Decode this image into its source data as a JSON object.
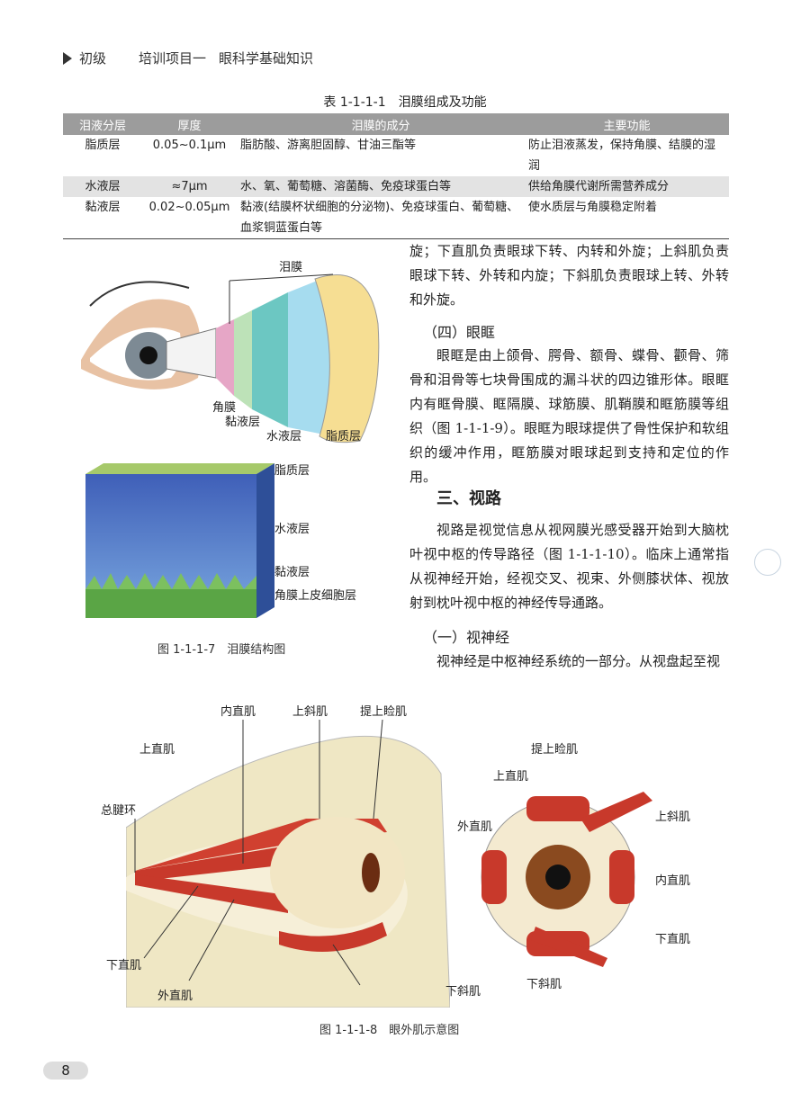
{
  "header": {
    "level": "初级",
    "project": "培训项目一",
    "subject": "眼科学基础知识"
  },
  "table": {
    "caption": "表 1-1-1-1　泪膜组成及功能",
    "headers": [
      "泪液分层",
      "厚度",
      "泪膜的成分",
      "主要功能"
    ],
    "rows": [
      {
        "layer": "脂质层",
        "thickness": "0.05~0.1μm",
        "components": "脂肪酸、游离胆固醇、甘油三酯等",
        "function": "防止泪液蒸发，保持角膜、结膜的湿润"
      },
      {
        "layer": "水液层",
        "thickness": "≈7μm",
        "components": "水、氧、葡萄糖、溶菌酶、免疫球蛋白等",
        "function": "供给角膜代谢所需营养成分"
      },
      {
        "layer": "黏液层",
        "thickness": "0.02~0.05μm",
        "components": "黏液(结膜杯状细胞的分泌物)、免疫球蛋白、葡萄糖、",
        "components2": "血浆铜蓝蛋白等",
        "function": "使水质层与角膜稳定附着"
      }
    ]
  },
  "fig7": {
    "labels": {
      "tear": "泪膜",
      "cornea": "角膜",
      "mucin": "黏液层",
      "aqueous": "水液层",
      "lipid": "脂质层"
    },
    "labels2": {
      "lipid": "脂质层",
      "aqueous": "水液层",
      "mucin": "黏液层",
      "epi": "角膜上皮细胞层"
    },
    "caption": "图 1-1-1-7　泪膜结构图"
  },
  "text": {
    "p1": "旋；下直肌负责眼球下转、内转和外旋；上斜肌负责眼球下转、外转和内旋；下斜肌负责眼球上转、外转和外旋。",
    "h_orbit": "（四）眼眶",
    "p2": "眼眶是由上颌骨、腭骨、额骨、蝶骨、颧骨、筛骨和泪骨等七块骨围成的漏斗状的四边锥形体。眼眶内有眶骨膜、眶隔膜、球筋膜、肌鞘膜和眶筋膜等组织（图 1-1-1-9）。眼眶为眼球提供了骨性保护和软组织的缓冲作用，眶筋膜对眼球起到支持和定位的作用。",
    "h_path": "三、视路",
    "p3": "视路是视觉信息从视网膜光感受器开始到大脑枕叶视中枢的传导路径（图 1-1-1-10）。临床上通常指从视神经开始，经视交叉、视束、外侧膝状体、视放射到枕叶视中枢的神经传导通路。",
    "h_nerve": "（一）视神经",
    "p4": "视神经是中枢神经系统的一部分。从视盘起至视"
  },
  "fig8": {
    "left": {
      "mr": "内直肌",
      "so": "上斜肌",
      "lps": "提上睑肌",
      "sr": "上直肌",
      "ring": "总腱环",
      "ir": "下直肌",
      "lr": "外直肌",
      "io": "下斜肌"
    },
    "right": {
      "lps": "提上睑肌",
      "sr": "上直肌",
      "lr": "外直肌",
      "so": "上斜肌",
      "mr": "内直肌",
      "ir": "下直肌",
      "io": "下斜肌"
    },
    "caption": "图 1-1-1-8　眼外肌示意图"
  },
  "page_number": "8"
}
